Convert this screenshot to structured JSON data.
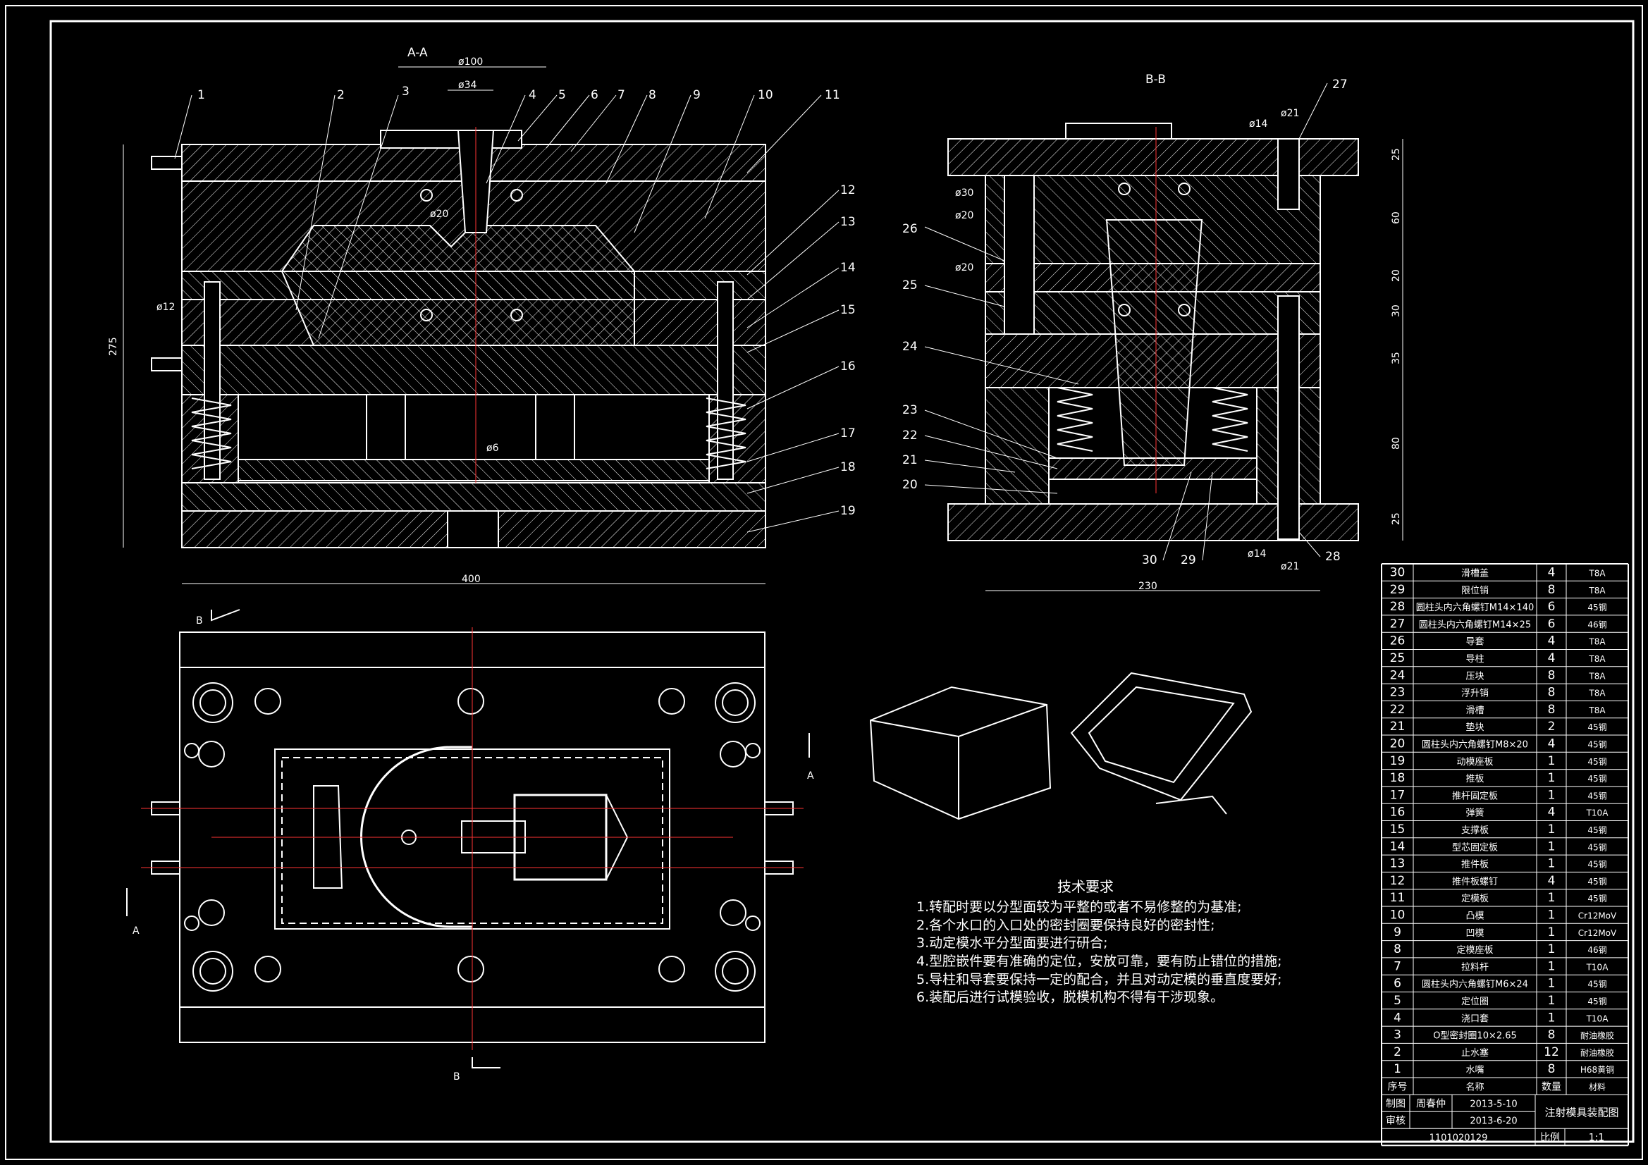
{
  "views": {
    "section_aa": "A-A",
    "section_bb": "B-B",
    "arrow_a": "A",
    "arrow_b": "B"
  },
  "dimensions": {
    "d100": "ø100",
    "d34": "ø34",
    "d20": "ø20",
    "d12": "ø12",
    "d6": "ø6",
    "h275": "275",
    "w400": "400",
    "d30": "ø30",
    "d20b": "ø20",
    "d20c": "ø20",
    "d14a": "ø14",
    "d21a": "ø21",
    "d14b": "ø14",
    "d21b": "ø21",
    "w230": "230",
    "v25a": "25",
    "v60": "60",
    "v20": "20",
    "v30": "30",
    "v35": "35",
    "v80": "80",
    "v25b": "25"
  },
  "balloons_aa": [
    "1",
    "2",
    "3",
    "4",
    "5",
    "6",
    "7",
    "8",
    "9",
    "10",
    "11",
    "12",
    "13",
    "14",
    "15",
    "16",
    "17",
    "18",
    "19"
  ],
  "balloons_bb": [
    "26",
    "25",
    "24",
    "23",
    "22",
    "21",
    "20",
    "30",
    "29",
    "28",
    "27"
  ],
  "tech": {
    "title": "技术要求",
    "lines": [
      "1.转配时要以分型面较为平整的或者不易修整的为基准;",
      "2.各个水口的入口处的密封圈要保持良好的密封性;",
      "3.动定模水平分型面要进行研合;",
      "4.型腔嵌件要有准确的定位，安放可靠，要有防止错位的措施;",
      "5.导柱和导套要保持一定的配合，并且对动定模的垂直度要好;",
      "6.装配后进行试模验收，脱模机构不得有干涉现象。"
    ]
  },
  "bom": [
    {
      "no": "30",
      "name": "滑槽盖",
      "qty": "4",
      "mat": "T8A"
    },
    {
      "no": "29",
      "name": "限位销",
      "qty": "8",
      "mat": "T8A"
    },
    {
      "no": "28",
      "name": "圆柱头内六角螺钉M14×140",
      "qty": "6",
      "mat": "45钢"
    },
    {
      "no": "27",
      "name": "圆柱头内六角螺钉M14×25",
      "qty": "6",
      "mat": "46钢"
    },
    {
      "no": "26",
      "name": "导套",
      "qty": "4",
      "mat": "T8A"
    },
    {
      "no": "25",
      "name": "导柱",
      "qty": "4",
      "mat": "T8A"
    },
    {
      "no": "24",
      "name": "压块",
      "qty": "8",
      "mat": "T8A"
    },
    {
      "no": "23",
      "name": "浮升销",
      "qty": "8",
      "mat": "T8A"
    },
    {
      "no": "22",
      "name": "滑槽",
      "qty": "8",
      "mat": "T8A"
    },
    {
      "no": "21",
      "name": "垫块",
      "qty": "2",
      "mat": "45钢"
    },
    {
      "no": "20",
      "name": "圆柱头内六角螺钉M8×20",
      "qty": "4",
      "mat": "45钢"
    },
    {
      "no": "19",
      "name": "动模座板",
      "qty": "1",
      "mat": "45钢"
    },
    {
      "no": "18",
      "name": "推板",
      "qty": "1",
      "mat": "45钢"
    },
    {
      "no": "17",
      "name": "推杆固定板",
      "qty": "1",
      "mat": "45钢"
    },
    {
      "no": "16",
      "name": "弹簧",
      "qty": "4",
      "mat": "T10A"
    },
    {
      "no": "15",
      "name": "支撑板",
      "qty": "1",
      "mat": "45钢"
    },
    {
      "no": "14",
      "name": "型芯固定板",
      "qty": "1",
      "mat": "45钢"
    },
    {
      "no": "13",
      "name": "推件板",
      "qty": "1",
      "mat": "45钢"
    },
    {
      "no": "12",
      "name": "推件板螺钉",
      "qty": "4",
      "mat": "45钢"
    },
    {
      "no": "11",
      "name": "定模板",
      "qty": "1",
      "mat": "45钢"
    },
    {
      "no": "10",
      "name": "凸模",
      "qty": "1",
      "mat": "Cr12MoV"
    },
    {
      "no": "9",
      "name": "凹模",
      "qty": "1",
      "mat": "Cr12MoV"
    },
    {
      "no": "8",
      "name": "定模座板",
      "qty": "1",
      "mat": "46钢"
    },
    {
      "no": "7",
      "name": "拉料杆",
      "qty": "1",
      "mat": "T10A"
    },
    {
      "no": "6",
      "name": "圆柱头内六角螺钉M6×24",
      "qty": "1",
      "mat": "45钢"
    },
    {
      "no": "5",
      "name": "定位圈",
      "qty": "1",
      "mat": "45钢"
    },
    {
      "no": "4",
      "name": "浇口套",
      "qty": "1",
      "mat": "T10A"
    },
    {
      "no": "3",
      "name": "O型密封圈10×2.65",
      "qty": "8",
      "mat": "耐油橡胶"
    },
    {
      "no": "2",
      "name": "止水塞",
      "qty": "12",
      "mat": "耐油橡胶"
    },
    {
      "no": "1",
      "name": "水嘴",
      "qty": "8",
      "mat": "H68黄铜"
    }
  ],
  "bom_header": {
    "no": "序号",
    "name": "名称",
    "qty": "数量",
    "mat": "材料"
  },
  "title_block": {
    "drawn_label": "制图",
    "drawn_by": "周春仲",
    "drawn_date": "2013-5-10",
    "check_label": "审核",
    "check_date": "2013-6-20",
    "title": "注射模具装配图",
    "student_no": "1101020129",
    "scale_label": "比例",
    "scale": "1:1"
  }
}
